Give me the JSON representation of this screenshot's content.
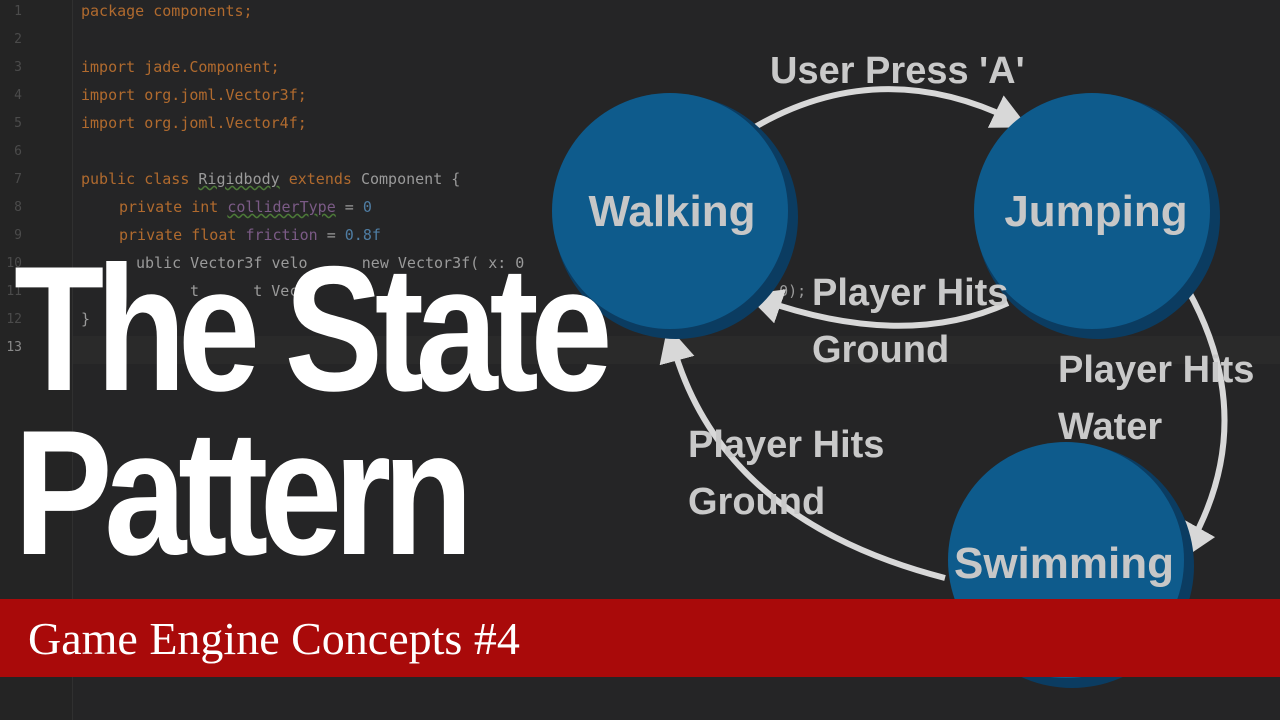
{
  "editor": {
    "line_numbers": [
      "1",
      "2",
      "3",
      "4",
      "5",
      "6",
      "7",
      "8",
      "9",
      "10",
      "11",
      "12",
      "13"
    ],
    "lines": {
      "l1": "package components;",
      "l3": "import jade.Component;",
      "l4": "import org.joml.Vector3f;",
      "l5": "import org.joml.Vector4f;",
      "l7a": "public class ",
      "l7b": "Rigidbody",
      "l7c": " extends ",
      "l7d": "Component {",
      "l8a": "private int ",
      "l8b": "colliderType",
      "l8c": " = ",
      "l8d": "0",
      "l9a": "private float ",
      "l9b": "friction",
      "l9c": " = ",
      "l9d": "0.8f",
      "l10": "ublic Vector3f velo      new Vector3f( x: 0",
      "l11": "t      t Vec           e",
      "l11b": "y: 0);",
      "l12": "}"
    }
  },
  "title": {
    "line1": "The State",
    "line2": "Pattern"
  },
  "banner": {
    "text": "Game Engine Concepts #4",
    "color": "#a90a0a"
  },
  "diagram": {
    "states": {
      "walking": "Walking",
      "jumping": "Jumping",
      "swimming": "Swimming"
    },
    "transitions": {
      "walk_to_jump": "User Press 'A'",
      "jump_to_walk_1": "Player Hits",
      "jump_to_walk_2": "Ground",
      "jump_to_swim_1": "Player Hits",
      "jump_to_swim_2": "Water",
      "swim_to_walk_1": "Player Hits",
      "swim_to_walk_2": "Ground"
    },
    "node_color": "#0e5b8c",
    "node_shadow": "#0b3c61"
  }
}
